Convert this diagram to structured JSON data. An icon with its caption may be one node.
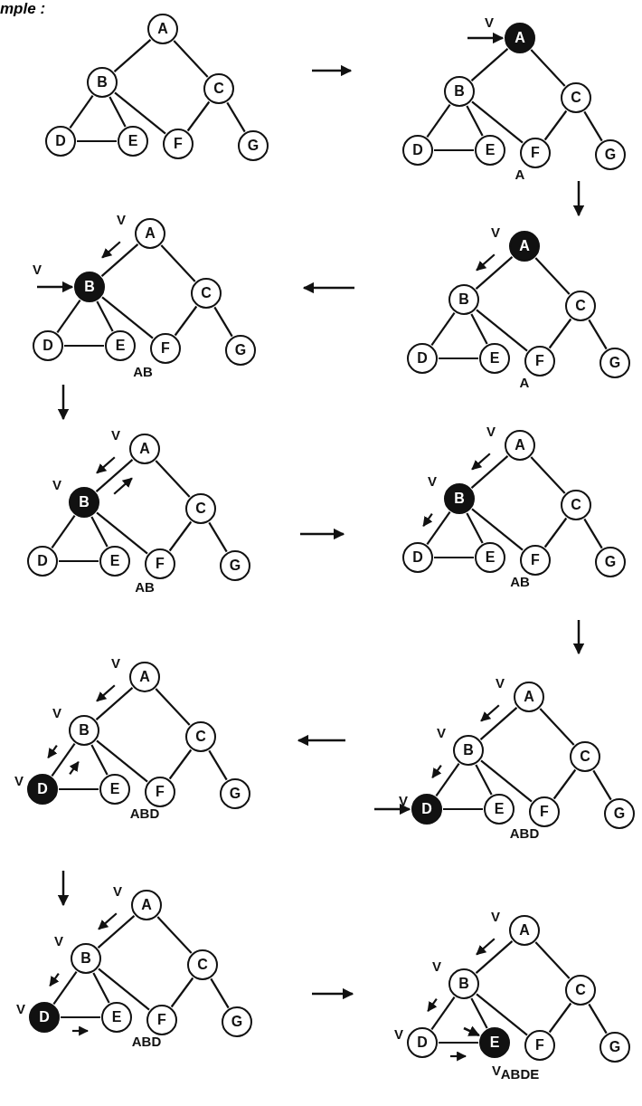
{
  "diagram": {
    "title": "mple :",
    "nodes": [
      {
        "text": [
          "A"
        ]
      },
      {
        "text": [
          "B"
        ]
      },
      {
        "text": [
          "C"
        ]
      },
      {
        "text": [
          "D"
        ]
      },
      {
        "text": [
          "E"
        ]
      },
      {
        "text": [
          "F"
        ]
      },
      {
        "text": [
          "G"
        ]
      },
      {
        "text": [
          "A"
        ]
      },
      {
        "text": [
          "B"
        ]
      },
      {
        "text": [
          "C"
        ]
      },
      {
        "text": [
          "D"
        ]
      },
      {
        "text": [
          "E"
        ]
      },
      {
        "text": [
          "F"
        ]
      },
      {
        "text": [
          "G"
        ]
      },
      {
        "text": [
          "B"
        ]
      },
      {
        "text": [
          "A"
        ]
      },
      {
        "text": [
          "C"
        ]
      },
      {
        "text": [
          "D"
        ]
      },
      {
        "text": [
          "E"
        ]
      },
      {
        "text": [
          "F"
        ]
      },
      {
        "text": [
          "G"
        ]
      },
      {
        "text": [
          "A"
        ]
      },
      {
        "text": [
          "B"
        ]
      },
      {
        "text": [
          "C"
        ]
      },
      {
        "text": [
          "D"
        ]
      },
      {
        "text": [
          "E"
        ]
      },
      {
        "text": [
          "F"
        ]
      },
      {
        "text": [
          "G"
        ]
      },
      {
        "text": [
          "A"
        ]
      },
      {
        "text": [
          "B"
        ]
      },
      {
        "text": [
          "C"
        ]
      },
      {
        "text": [
          "D"
        ]
      },
      {
        "text": [
          "E"
        ]
      },
      {
        "text": [
          "F"
        ]
      },
      {
        "text": [
          "G"
        ]
      },
      {
        "text": [
          "A"
        ]
      },
      {
        "text": [
          "B"
        ]
      },
      {
        "text": [
          "C"
        ]
      },
      {
        "text": [
          "D"
        ]
      },
      {
        "text": [
          "E"
        ]
      },
      {
        "text": [
          "F"
        ]
      },
      {
        "text": [
          "G"
        ]
      },
      {
        "text": [
          "A"
        ]
      },
      {
        "text": [
          "B"
        ]
      },
      {
        "text": [
          "C"
        ]
      },
      {
        "text": [
          "D"
        ]
      },
      {
        "text": [
          "E"
        ]
      },
      {
        "text": [
          "F"
        ]
      },
      {
        "text": [
          "G"
        ]
      },
      {
        "text": [
          "A"
        ]
      },
      {
        "text": [
          "B"
        ]
      },
      {
        "text": [
          "C"
        ]
      },
      {
        "text": [
          "D"
        ]
      },
      {
        "text": [
          "E"
        ]
      },
      {
        "text": [
          "F"
        ]
      },
      {
        "text": [
          "G"
        ]
      },
      {
        "text": [
          "A"
        ]
      },
      {
        "text": [
          "B"
        ]
      },
      {
        "text": [
          "C"
        ]
      },
      {
        "text": [
          "D"
        ]
      },
      {
        "text": [
          "E"
        ]
      },
      {
        "text": [
          "F"
        ]
      },
      {
        "text": [
          "G"
        ]
      },
      {
        "text": [
          "A"
        ]
      },
      {
        "text": [
          "B"
        ]
      },
      {
        "text": [
          "C"
        ]
      },
      {
        "text": [
          "D"
        ]
      },
      {
        "text": [
          "E"
        ]
      },
      {
        "text": [
          "F"
        ]
      },
      {
        "text": [
          "G"
        ]
      }
    ],
    "edges": [
      {
        "from": 0,
        "to": 1,
        "arrow": "none"
      },
      {
        "from": 0,
        "to": 2,
        "arrow": "none"
      },
      {
        "from": 1,
        "to": 3,
        "arrow": "none"
      },
      {
        "from": 1,
        "to": 4,
        "arrow": "none"
      },
      {
        "from": 1,
        "to": 5,
        "arrow": "none"
      },
      {
        "from": 2,
        "to": 5,
        "arrow": "none"
      },
      {
        "from": 2,
        "to": 6,
        "arrow": "none"
      },
      {
        "from": 3,
        "to": 4,
        "arrow": "none"
      },
      {
        "from": 7,
        "to": 8,
        "arrow": "none"
      },
      {
        "from": 7,
        "to": 9,
        "arrow": "none"
      },
      {
        "from": 8,
        "to": 10,
        "arrow": "none"
      },
      {
        "from": 8,
        "to": 11,
        "arrow": "none"
      },
      {
        "from": 8,
        "to": 12,
        "arrow": "none"
      },
      {
        "from": 9,
        "to": 12,
        "arrow": "none"
      },
      {
        "from": 9,
        "to": 13,
        "arrow": "none"
      },
      {
        "from": 10,
        "to": 11,
        "arrow": "none"
      },
      {
        "from": 15,
        "to": 14,
        "arrow": "none"
      },
      {
        "from": 15,
        "to": 16,
        "arrow": "none"
      },
      {
        "from": 14,
        "to": 17,
        "arrow": "none"
      },
      {
        "from": 14,
        "to": 18,
        "arrow": "none"
      },
      {
        "from": 14,
        "to": 19,
        "arrow": "none"
      },
      {
        "from": 16,
        "to": 19,
        "arrow": "none"
      },
      {
        "from": 16,
        "to": 20,
        "arrow": "none"
      },
      {
        "from": 17,
        "to": 18,
        "arrow": "none"
      },
      {
        "from": 21,
        "to": 22,
        "arrow": "none"
      },
      {
        "from": 21,
        "to": 23,
        "arrow": "none"
      },
      {
        "from": 22,
        "to": 24,
        "arrow": "none"
      },
      {
        "from": 22,
        "to": 25,
        "arrow": "none"
      },
      {
        "from": 22,
        "to": 26,
        "arrow": "none"
      },
      {
        "from": 23,
        "to": 26,
        "arrow": "none"
      },
      {
        "from": 23,
        "to": 27,
        "arrow": "none"
      },
      {
        "from": 24,
        "to": 25,
        "arrow": "none"
      },
      {
        "from": 28,
        "to": 29,
        "arrow": "none"
      },
      {
        "from": 28,
        "to": 30,
        "arrow": "none"
      },
      {
        "from": 29,
        "to": 31,
        "arrow": "none"
      },
      {
        "from": 29,
        "to": 32,
        "arrow": "none"
      },
      {
        "from": 29,
        "to": 33,
        "arrow": "none"
      },
      {
        "from": 30,
        "to": 33,
        "arrow": "none"
      },
      {
        "from": 30,
        "to": 34,
        "arrow": "none"
      },
      {
        "from": 31,
        "to": 32,
        "arrow": "none"
      },
      {
        "from": 35,
        "to": 36,
        "arrow": "none"
      },
      {
        "from": 35,
        "to": 37,
        "arrow": "none"
      },
      {
        "from": 36,
        "to": 38,
        "arrow": "none"
      },
      {
        "from": 36,
        "to": 39,
        "arrow": "none"
      },
      {
        "from": 36,
        "to": 40,
        "arrow": "none"
      },
      {
        "from": 37,
        "to": 40,
        "arrow": "none"
      },
      {
        "from": 37,
        "to": 41,
        "arrow": "none"
      },
      {
        "from": 38,
        "to": 39,
        "arrow": "none"
      },
      {
        "from": 42,
        "to": 43,
        "arrow": "none"
      },
      {
        "from": 42,
        "to": 44,
        "arrow": "none"
      },
      {
        "from": 43,
        "to": 45,
        "arrow": "none"
      },
      {
        "from": 43,
        "to": 46,
        "arrow": "none"
      },
      {
        "from": 43,
        "to": 47,
        "arrow": "none"
      },
      {
        "from": 44,
        "to": 47,
        "arrow": "none"
      },
      {
        "from": 44,
        "to": 48,
        "arrow": "none"
      },
      {
        "from": 45,
        "to": 46,
        "arrow": "none"
      },
      {
        "from": 49,
        "to": 50,
        "arrow": "none"
      },
      {
        "from": 49,
        "to": 51,
        "arrow": "none"
      },
      {
        "from": 50,
        "to": 52,
        "arrow": "none"
      },
      {
        "from": 50,
        "to": 53,
        "arrow": "none"
      },
      {
        "from": 50,
        "to": 54,
        "arrow": "none"
      },
      {
        "from": 51,
        "to": 54,
        "arrow": "none"
      },
      {
        "from": 51,
        "to": 55,
        "arrow": "none"
      },
      {
        "from": 52,
        "to": 53,
        "arrow": "none"
      },
      {
        "from": 56,
        "to": 57,
        "arrow": "none"
      },
      {
        "from": 56,
        "to": 58,
        "arrow": "none"
      },
      {
        "from": 57,
        "to": 59,
        "arrow": "none"
      },
      {
        "from": 57,
        "to": 60,
        "arrow": "none"
      },
      {
        "from": 57,
        "to": 61,
        "arrow": "none"
      },
      {
        "from": 58,
        "to": 61,
        "arrow": "none"
      },
      {
        "from": 58,
        "to": 62,
        "arrow": "none"
      },
      {
        "from": 59,
        "to": 60,
        "arrow": "none"
      },
      {
        "from": 63,
        "to": 64,
        "arrow": "none"
      },
      {
        "from": 63,
        "to": 65,
        "arrow": "none"
      },
      {
        "from": 64,
        "to": 66,
        "arrow": "none"
      },
      {
        "from": 64,
        "to": 67,
        "arrow": "none"
      },
      {
        "from": 64,
        "to": 68,
        "arrow": "none"
      },
      {
        "from": 65,
        "to": 68,
        "arrow": "none"
      },
      {
        "from": 65,
        "to": 69,
        "arrow": "none"
      },
      {
        "from": 66,
        "to": 67,
        "arrow": "none"
      },
      {
        "from": null,
        "to": 7,
        "arrow": "to"
      },
      {
        "from": null,
        "to": 14,
        "arrow": "to"
      },
      {
        "from": null,
        "to": 52,
        "arrow": "to"
      },
      {
        "from": null,
        "to": 67,
        "arrow": "to"
      }
    ],
    "labels": [
      "V",
      "A",
      "V",
      "V",
      "AB",
      "V",
      "A",
      "V",
      "V",
      "AB",
      "V",
      "V",
      "AB",
      "V",
      "V",
      "V",
      "ABD",
      "V",
      "V",
      "V",
      "ABD",
      "V",
      "V",
      "V",
      "ABD",
      "V",
      "V",
      "V",
      "V",
      "ABDE"
    ]
  }
}
